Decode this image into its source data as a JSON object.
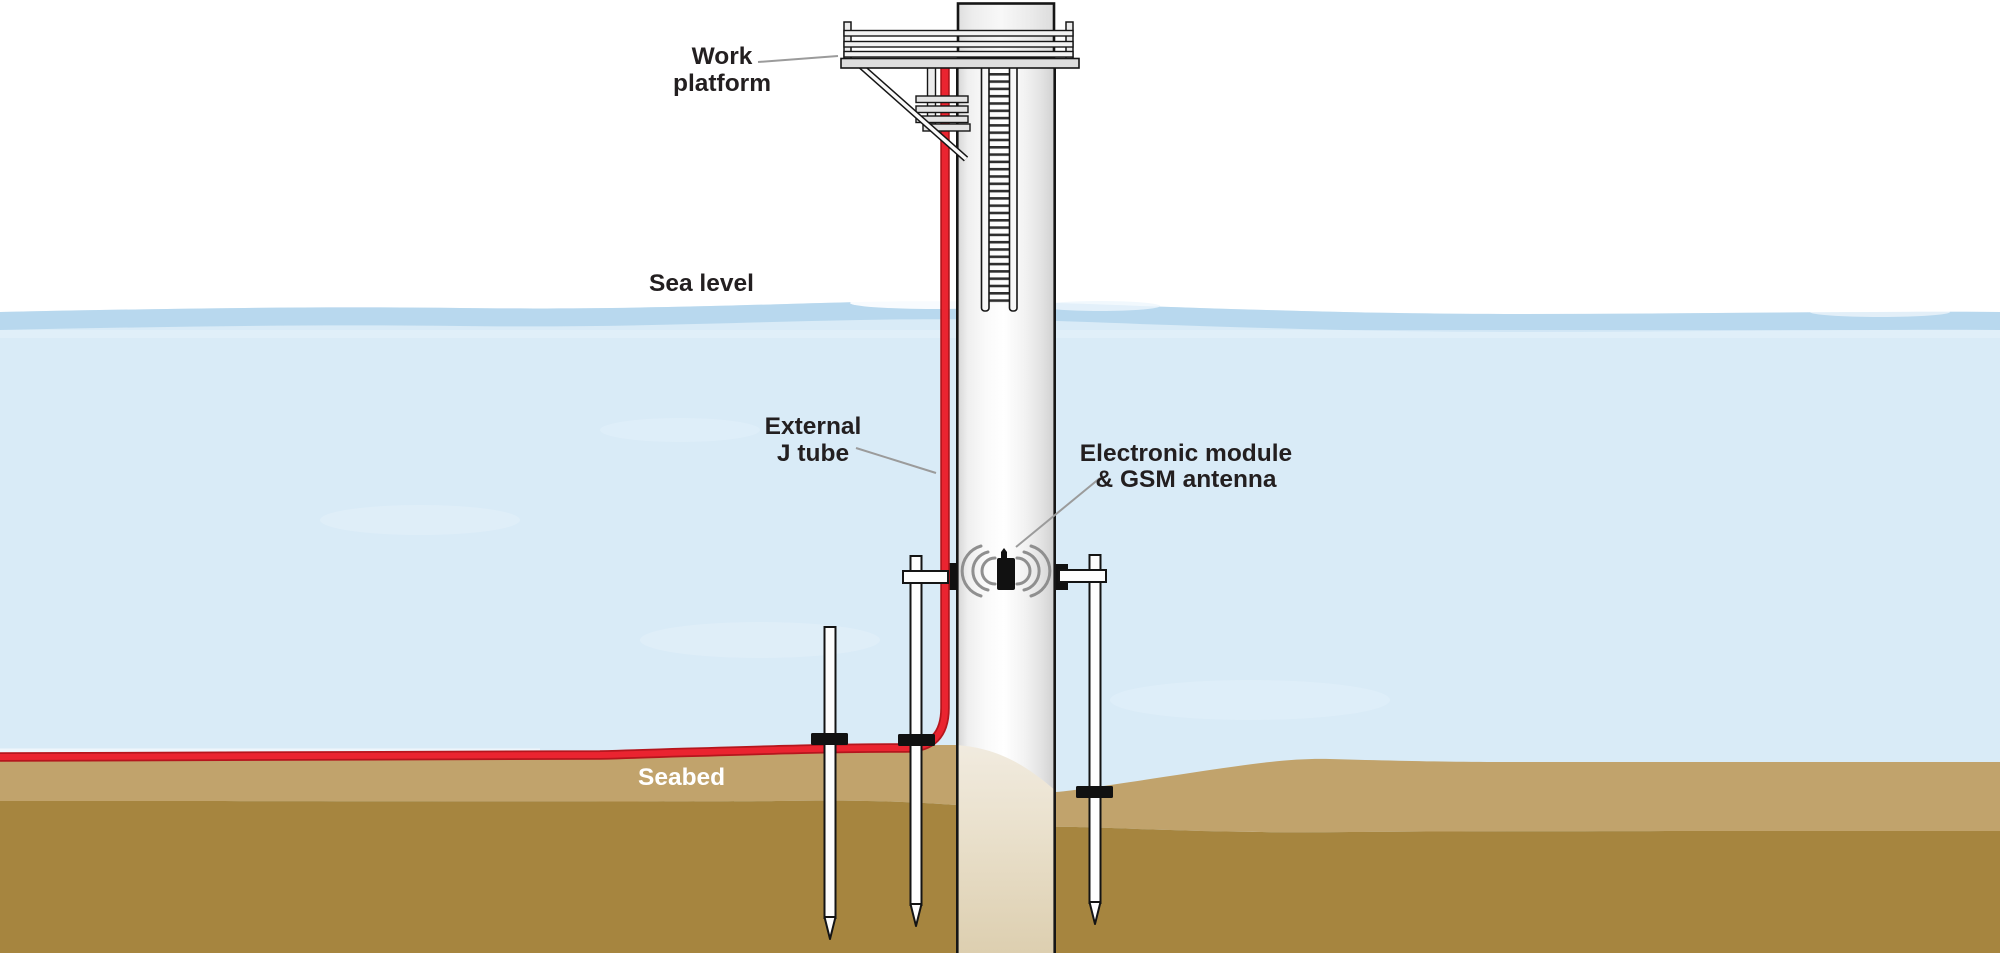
{
  "diagram": {
    "title": "Offshore wind monopile foundation monitoring diagram",
    "labels": {
      "work_platform_line1": "Work",
      "work_platform_line2": "platform",
      "sea_level": "Sea level",
      "j_tube_line1": "External",
      "j_tube_line2": "J tube",
      "module_line1": "Electronic module",
      "module_line2": "& GSM antenna",
      "seabed": "Seabed"
    },
    "icons": {
      "gsm_signal": "gsm-signal-icon",
      "electronic_module": "electronic-module-icon"
    },
    "colors": {
      "sky": "#ffffff",
      "water_main": "#d9ebf7",
      "water_band": "#b2d5ec",
      "water_streak": "#e6f2fb",
      "seabed_light": "#c1a36c",
      "seabed_dark": "#a6853f",
      "buried_pile_top": "#f1ebdf",
      "buried_pile_bottom": "#ddcfb0",
      "cable_red": "#ea2430",
      "cable_red_dark": "#b5161d",
      "outline": "#161616",
      "structure_fill": "#ececec",
      "leader": "#9b9b9b",
      "signal_gray": "#8f8f8f",
      "label_text": "#231f20",
      "seabed_label_text": "#ffffff"
    }
  }
}
